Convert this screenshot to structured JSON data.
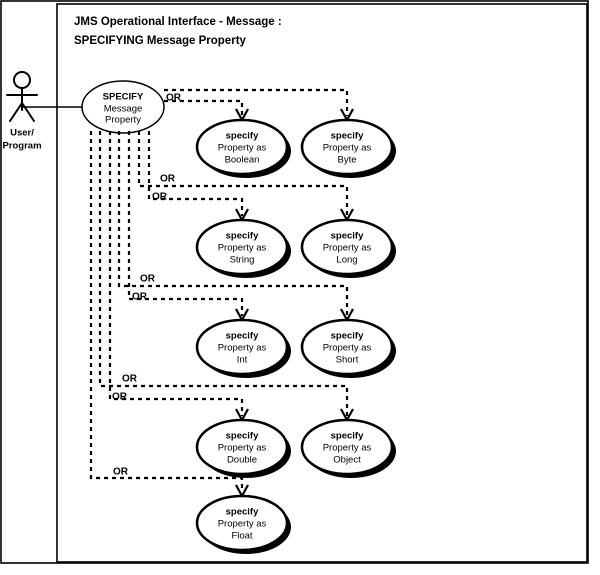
{
  "diagram": {
    "kind": "uml-use-case-diagram",
    "title_line_1": "JMS Operational Interface  -  Message :",
    "title_line_2": "SPECIFYING Message Property",
    "background_color": "#ffffff",
    "line_color": "#000000",
    "actor": {
      "name": "user-program-actor",
      "label_line_1": "User/",
      "label_line_2": "Program"
    },
    "root_use_case": {
      "line_1": "SPECIFY",
      "line_2": "Message",
      "line_3": "Property"
    },
    "or_labels": [
      {
        "id": "or-top-boolean",
        "text": "OR"
      },
      {
        "id": "or-string-1",
        "text": "OR"
      },
      {
        "id": "or-string-2",
        "text": "OR"
      },
      {
        "id": "or-int-1",
        "text": "OR"
      },
      {
        "id": "or-int-2",
        "text": "OR"
      },
      {
        "id": "or-double-1",
        "text": "OR"
      },
      {
        "id": "or-double-2",
        "text": "OR"
      },
      {
        "id": "or-float",
        "text": "OR"
      }
    ],
    "use_cases": [
      {
        "id": "specify-property-as-boolean",
        "line_1": "specify",
        "line_2": "Property as",
        "line_3": "Boolean",
        "column": "left",
        "row": 1
      },
      {
        "id": "specify-property-as-byte",
        "line_1": "specify",
        "line_2": "Property as",
        "line_3": "Byte",
        "column": "right",
        "row": 1
      },
      {
        "id": "specify-property-as-string",
        "line_1": "specify",
        "line_2": "Property as",
        "line_3": "String",
        "column": "left",
        "row": 2
      },
      {
        "id": "specify-property-as-long",
        "line_1": "specify",
        "line_2": "Property as",
        "line_3": "Long",
        "column": "right",
        "row": 2
      },
      {
        "id": "specify-property-as-int",
        "line_1": "specify",
        "line_2": "Property as",
        "line_3": "Int",
        "column": "left",
        "row": 3
      },
      {
        "id": "specify-property-as-short",
        "line_1": "specify",
        "line_2": "Property as",
        "line_3": "Short",
        "column": "right",
        "row": 3
      },
      {
        "id": "specify-property-as-double",
        "line_1": "specify",
        "line_2": "Property as",
        "line_3": "Double",
        "column": "left",
        "row": 4
      },
      {
        "id": "specify-property-as-object",
        "line_1": "specify",
        "line_2": "Property as",
        "line_3": "Object",
        "column": "right",
        "row": 4
      },
      {
        "id": "specify-property-as-float",
        "line_1": "specify",
        "line_2": "Property as",
        "line_3": "Float",
        "column": "left",
        "row": 5
      }
    ]
  }
}
